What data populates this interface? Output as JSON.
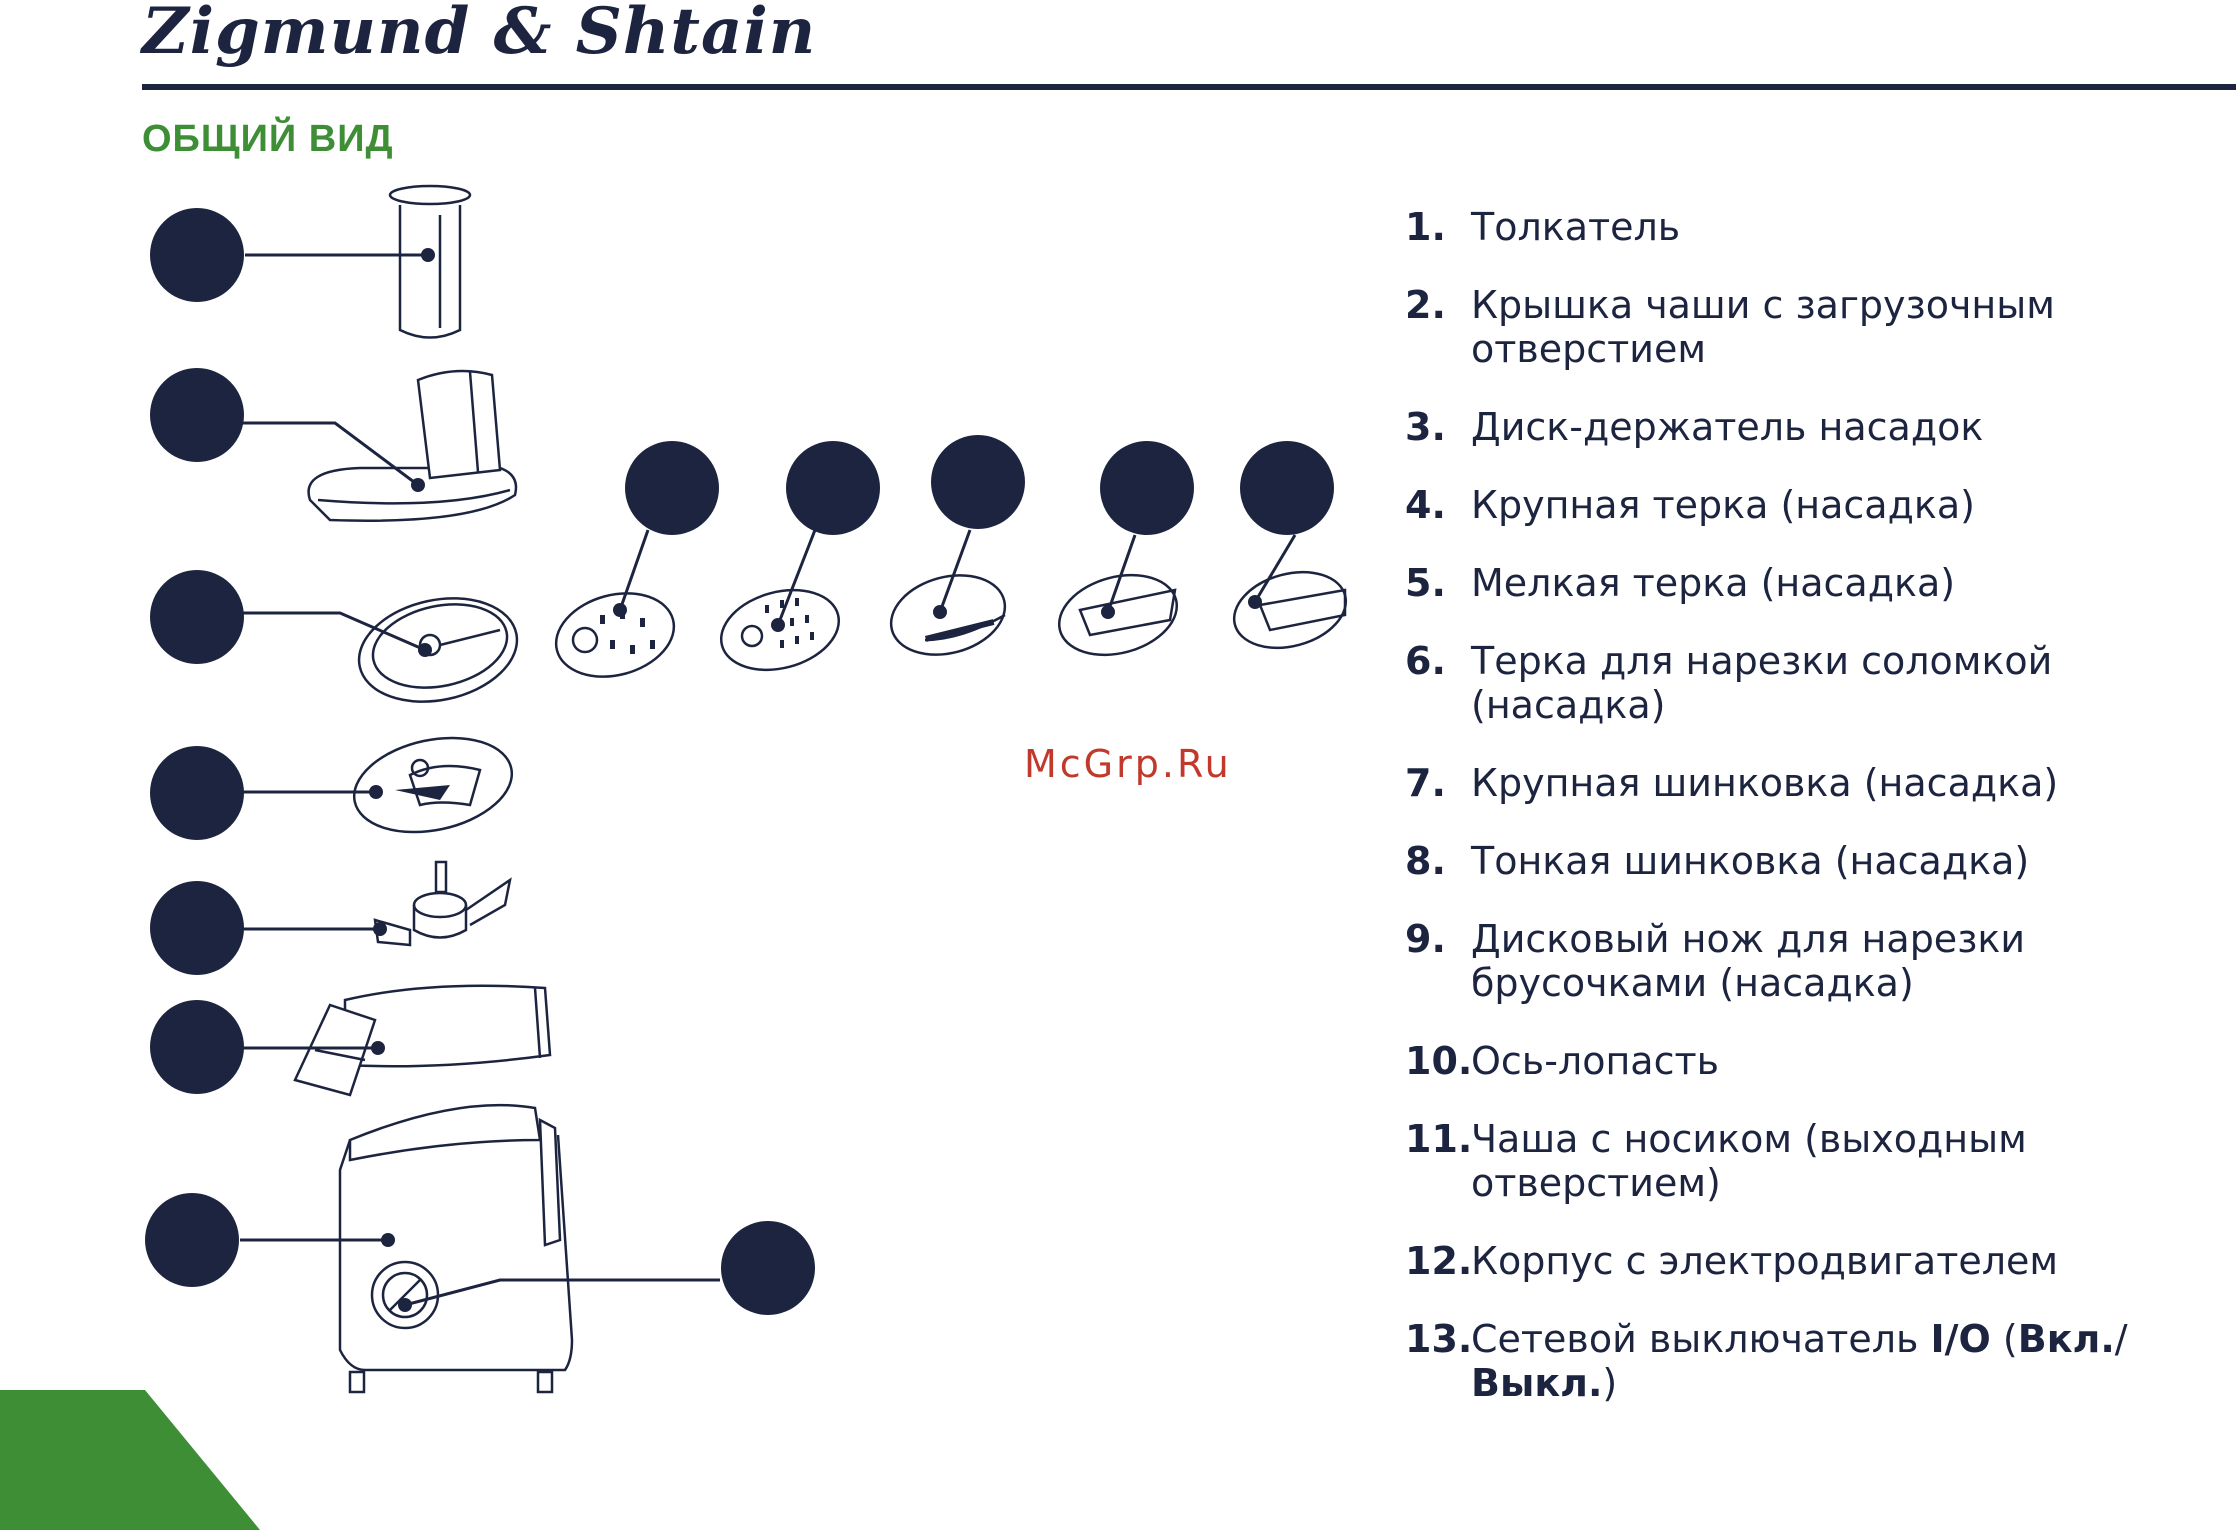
{
  "header": {
    "brand": "Zigmund & Shtain",
    "section_title": "ОБЩИЙ ВИД"
  },
  "watermark": "McGrp.Ru",
  "legend": [
    {
      "num": "1.",
      "text": "Толкатель"
    },
    {
      "num": "2.",
      "text": "Крышка чаши с загрузочным\nотверстием"
    },
    {
      "num": "3.",
      "text": "Диск-держатель насадок"
    },
    {
      "num": "4.",
      "text": "Крупная терка (насадка)"
    },
    {
      "num": "5.",
      "text": "Мелкая терка (насадка)"
    },
    {
      "num": "6.",
      "text": "Терка для нарезки соломкой (насадка)"
    },
    {
      "num": "7.",
      "text": "Крупная шинковка (насадка)"
    },
    {
      "num": "8.",
      "text": "Тонкая шинковка (насадка)"
    },
    {
      "num": "9.",
      "text": "Дисковый нож для нарезки\nбрусочками (насадка)"
    },
    {
      "num": "10.",
      "text": "Ось-лопасть"
    },
    {
      "num": "11.",
      "text": "Чаша с носиком (выходным\nотверстием)"
    },
    {
      "num": "12.",
      "text": "Корпус с электродвигателем"
    },
    {
      "num": "13.",
      "text_prefix": "Сетевой выключатель ",
      "switch_label": "I/O",
      "paren_open": " (",
      "on_label": "Вкл.",
      "slash": "/",
      "off_label": "Выкл.",
      "paren_close": ")"
    }
  ],
  "colors": {
    "navy": "#1c2440",
    "green": "#3e8e36",
    "watermark": "#c0392b"
  }
}
